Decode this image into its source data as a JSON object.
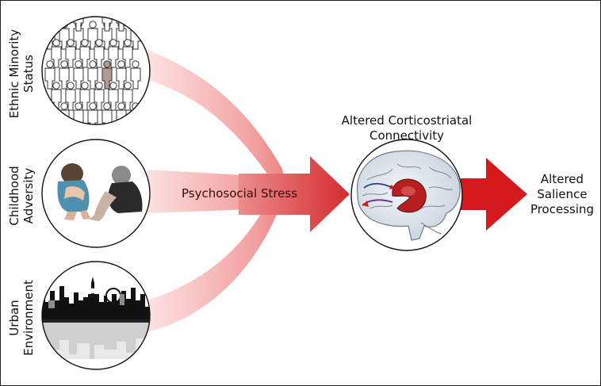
{
  "factors": [
    {
      "line1": "Ethnic Minority",
      "line2": "Status",
      "icon": "crowd-with-highlighted-person-icon"
    },
    {
      "line1": "Childhood",
      "line2": "Adversity",
      "icon": "distressed-children-icon"
    },
    {
      "line1": "Urban",
      "line2": "Environment",
      "icon": "city-skyline-icon"
    }
  ],
  "mediator": "Psychosocial Stress",
  "connectivity": {
    "line1": "Altered Corticostriatal",
    "line2": "Connectivity",
    "icon": "brain-striatum-icon"
  },
  "outcome": {
    "line1": "Altered",
    "line2": "Salience",
    "line3": "Processing"
  },
  "colors": {
    "arrow_dark": "#d41a1c",
    "arrow_light": "#fbe0e0",
    "striatum": "#b51f1f",
    "brain": "#dfe6ee"
  }
}
